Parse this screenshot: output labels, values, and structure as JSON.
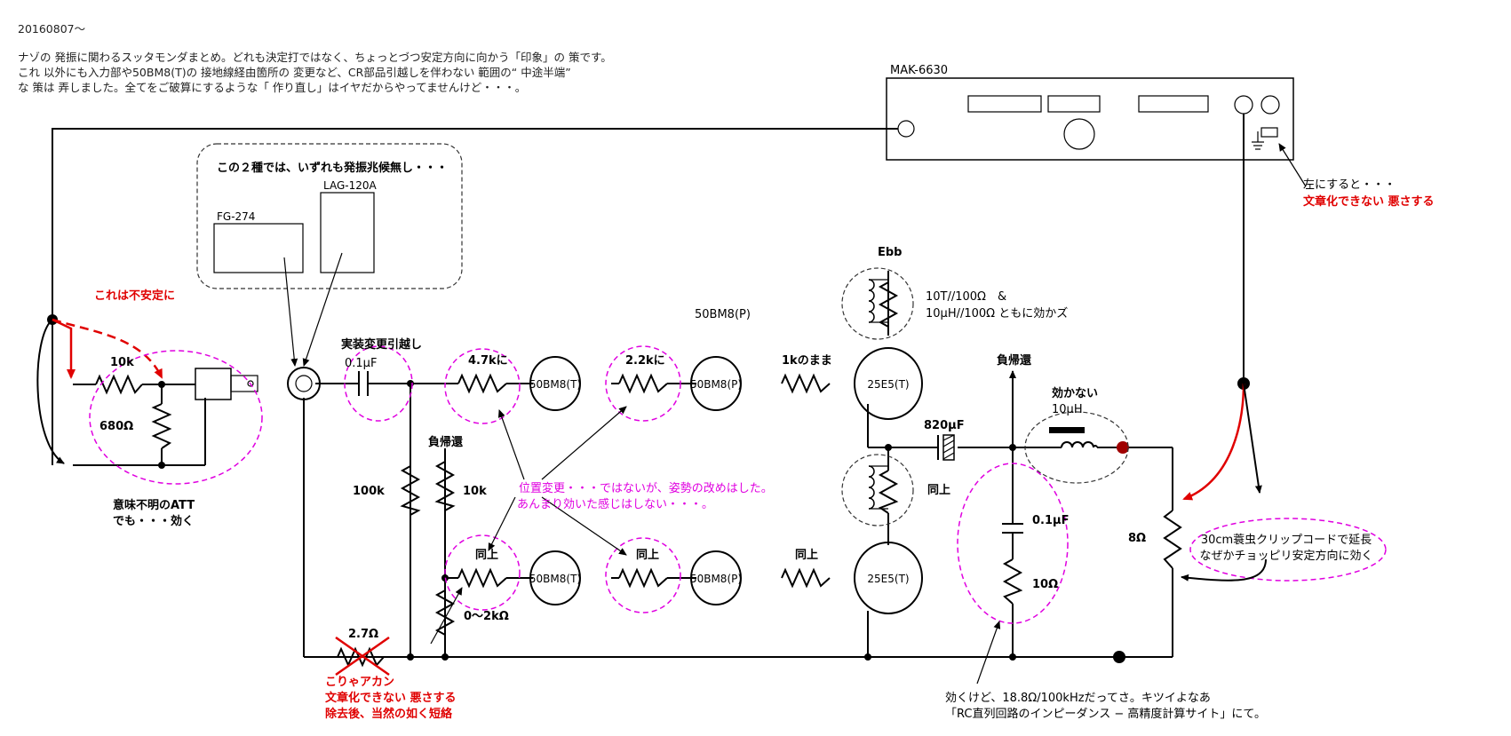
{
  "header": {
    "date": "20160807〜",
    "line1": "ナゾの 発振に関わるスッタモンダまとめ。どれも決定打ではなく、ちょっとづつ安定方向に向かう「印象」の 策です。",
    "line2": "これ 以外にも入力部や50BM8(T)の 接地線経由箇所の 変更など、CR部品引越しを伴わない 範囲の“ 中途半端”",
    "line3": "な 策は 弄しました。全てをご破算にするような「 作り直し」はイヤだからやってませんけど・・・。"
  },
  "instrument": {
    "name": "MAK-6630"
  },
  "generators": {
    "note": "この２種では、いずれも発振兆候無し・・・",
    "fg": "FG-274",
    "lag": "LAG-120A"
  },
  "att": {
    "unstable": "これは不安定に",
    "r1": "10k",
    "r2": "680Ω",
    "note1": "意味不明のATT",
    "note2": "でも・・・効く"
  },
  "input": {
    "move_note": "実装変更引越し",
    "cap": "0.1μF",
    "r_grid": "100k",
    "nfb": "負帰還",
    "r_nfb": "10k",
    "vr": "0〜2kΩ",
    "r_gnd": "2.7Ω",
    "bad1": "こりゃアカン",
    "bad2": "文章化できない 悪さする",
    "bad3": "除去後、当然の如く短絡"
  },
  "stages": {
    "title_p": "50BM8(P)",
    "top_r1": "4.7kに",
    "top_r2": "2.2kに",
    "top_r3": "1kのまま",
    "bot_r1": "同上",
    "bot_r2": "同上",
    "bot_r3": "同上",
    "t1": "50BM8(T)",
    "p1": "50BM8(P)",
    "t2": "50BM8(T)",
    "p2": "50BM8(P)",
    "out_top": "25E5(T)",
    "out_bot": "25E5(T)",
    "pos_note1": "位置変更・・・ではないが、姿勢の改めはした。",
    "pos_note2": "あんまり効いた感じはしない・・・。"
  },
  "output": {
    "ebb": "Ebb",
    "choke_note1": "10T//100Ω　&",
    "choke_note2": "10μH//100Ω ともに効かズ",
    "same": "同上",
    "cap": "820μF",
    "nfb": "負帰還",
    "l_note1": "効かない",
    "l_note2": "10μH",
    "zobel_c": "0.1μF",
    "zobel_r": "10Ω",
    "load": "8Ω",
    "zobel_note1": "効くけど、18.8Ω/100kHzだってさ。キツイよなあ",
    "zobel_note2": "「RC直列回路のインピーダンス − 高精度計算サイト」にて。"
  },
  "right": {
    "left_note": "左にすると・・・",
    "left_bad": "文章化できない 悪さする",
    "clip1": "30cm蓑虫クリップコードで延長",
    "clip2": "なぜかチョッピリ安定方向に効く"
  }
}
